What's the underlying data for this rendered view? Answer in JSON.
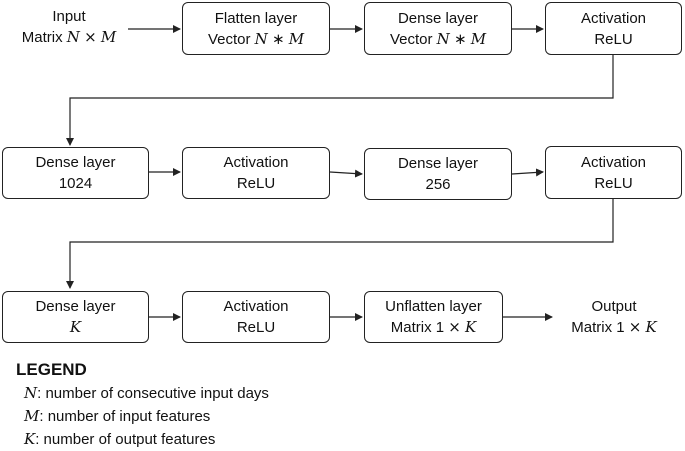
{
  "input": {
    "label_line1": "Input",
    "label_word": "Matrix",
    "dim_n": "N",
    "op": "×",
    "dim_m": "M"
  },
  "row1": {
    "flatten": {
      "title": "Flatten layer",
      "word": "Vector",
      "dim_n": "N",
      "op": "∗",
      "dim_m": "M"
    },
    "dense": {
      "title": "Dense layer",
      "word": "Vector",
      "dim_n": "N",
      "op": "∗",
      "dim_m": "M"
    },
    "activation": {
      "title": "Activation",
      "value": "ReLU"
    }
  },
  "row2": {
    "dense1": {
      "title": "Dense layer",
      "value": "1024"
    },
    "activation1": {
      "title": "Activation",
      "value": "ReLU"
    },
    "dense2": {
      "title": "Dense layer",
      "value": "256"
    },
    "activation2": {
      "title": "Activation",
      "value": "ReLU"
    }
  },
  "row3": {
    "dense": {
      "title": "Dense layer",
      "dim_k": "K"
    },
    "activation": {
      "title": "Activation",
      "value": "ReLU"
    },
    "unflatten": {
      "title": "Unflatten layer",
      "word": "Matrix",
      "num": "1",
      "op": "×",
      "dim_k": "K"
    }
  },
  "output": {
    "label_line1": "Output",
    "word": "Matrix",
    "num": "1",
    "op": "×",
    "dim_k": "K"
  },
  "legend": {
    "title": "LEGEND",
    "items": [
      {
        "symbol": "N",
        "text": ": number of consecutive input days"
      },
      {
        "symbol": "M",
        "text": ": number of input features"
      },
      {
        "symbol": "K",
        "text": ": number of output features"
      }
    ]
  }
}
